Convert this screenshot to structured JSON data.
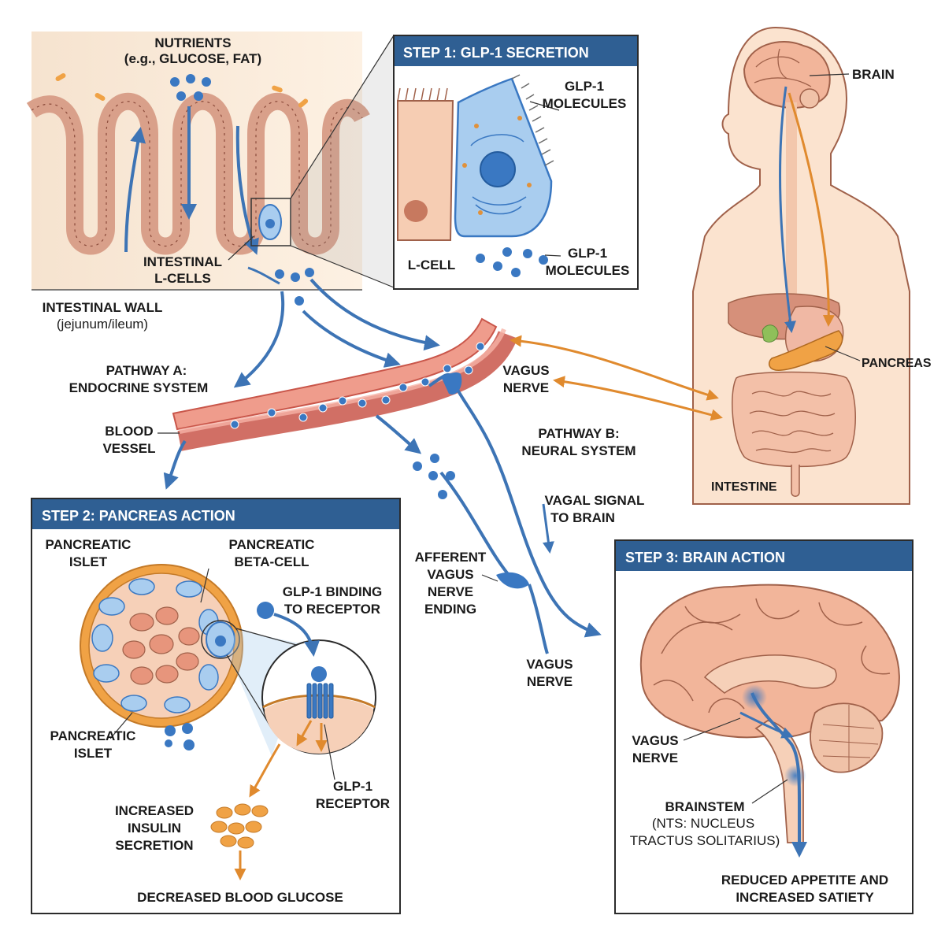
{
  "colors": {
    "title_bar": "#2f5f93",
    "box_border": "#2b2b2b",
    "glp1_blue": "#3a78c2",
    "arrow_blue": "#3d74b5",
    "arrow_orange": "#e08a2e",
    "vessel_red": "#e5786a",
    "tissue_pink": "#f2c4a8",
    "body_skin": "#fbe3cf",
    "lcell_blue": "#a9cdef",
    "insulin_orange": "#f0a245"
  },
  "intestine": {
    "nutrients_line1": "NUTRIENTS",
    "nutrients_line2": "(e.g., GLUCOSE, FAT)",
    "lcells_line1": "INTESTINAL",
    "lcells_line2": "L-CELLS",
    "wall_line1": "INTESTINAL WALL",
    "wall_line2": "(jejunum/ileum)"
  },
  "step1": {
    "title": "STEP 1: GLP-1 SECRETION",
    "molecules_top_line1": "GLP-1",
    "molecules_top_line2": "MOLECULES",
    "lcell": "L-CELL",
    "molecules_bottom_line1": "GLP-1",
    "molecules_bottom_line2": "MOLECULES"
  },
  "body": {
    "brain": "BRAIN",
    "pancreas": "PANCREAS",
    "intestine": "INTESTINE"
  },
  "pathways": {
    "a_line1": "PATHWAY A:",
    "a_line2": "ENDOCRINE SYSTEM",
    "blood_line1": "BLOOD",
    "blood_line2": "VESSEL",
    "vagus_top_line1": "VAGUS",
    "vagus_top_line2": "NERVE",
    "b_line1": "PATHWAY B:",
    "b_line2": "NEURAL SYSTEM",
    "vagal_line1": "VAGAL SIGNAL",
    "vagal_line2": "TO BRAIN",
    "afferent_line1": "AFFERENT",
    "afferent_line2": "VAGUS",
    "afferent_line3": "NERVE",
    "afferent_line4": "ENDING",
    "vagus_bottom_line1": "VAGUS",
    "vagus_bottom_line2": "NERVE"
  },
  "step2": {
    "title": "STEP 2: PANCREAS ACTION",
    "islet_top_line1": "PANCREATIC",
    "islet_top_line2": "ISLET",
    "beta_line1": "PANCREATIC",
    "beta_line2": "BETA-CELL",
    "binding_line1": "GLP-1 BINDING",
    "binding_line2": "TO RECEPTOR",
    "islet_bottom_line1": "PANCREATIC",
    "islet_bottom_line2": "ISLET",
    "receptor_line1": "GLP-1",
    "receptor_line2": "RECEPTOR",
    "insulin_line1": "INCREASED",
    "insulin_line2": "INSULIN",
    "insulin_line3": "SECRETION",
    "glucose": "DECREASED BLOOD GLUCOSE"
  },
  "step3": {
    "title": "STEP 3: BRAIN ACTION",
    "vagus_line1": "VAGUS",
    "vagus_line2": "NERVE",
    "brainstem": "BRAINSTEM",
    "nts_line1": "(NTS: NUCLEUS",
    "nts_line2": "TRACTUS SOLITARIUS)",
    "result_line1": "REDUCED APPETITE AND",
    "result_line2": "INCREASED SATIETY"
  }
}
